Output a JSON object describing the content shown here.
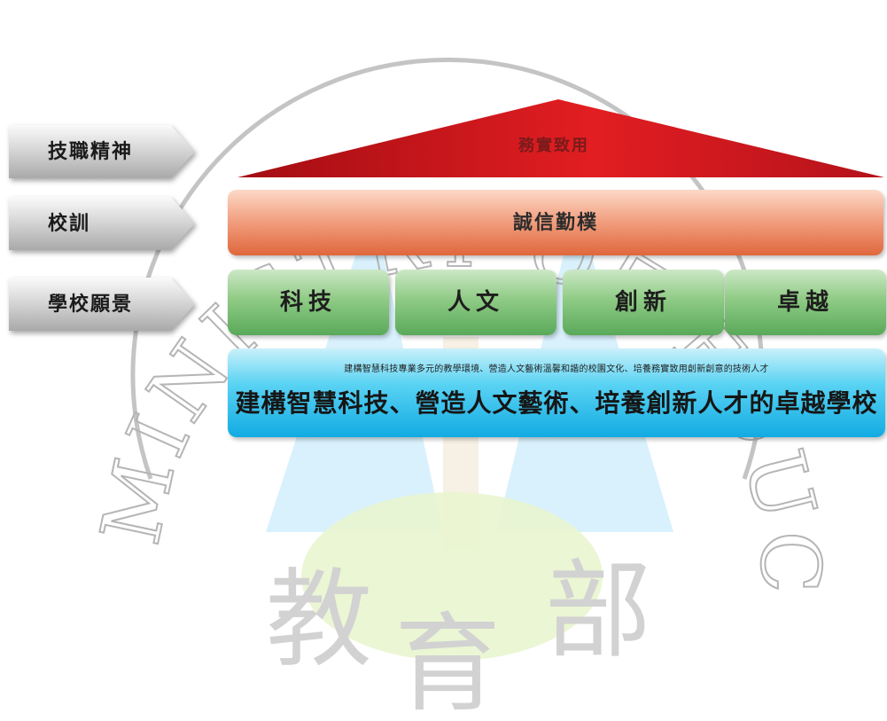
{
  "watermark": {
    "ring_text": "MINISTRY OF EDUCATION",
    "chars": [
      "教",
      "育",
      "部"
    ],
    "colors": {
      "ring": "#b8b8b8",
      "blue": "#cfeefb",
      "green": "#e9f5cf"
    }
  },
  "side_labels": [
    {
      "label": "技職精神"
    },
    {
      "label": "校訓"
    },
    {
      "label": "學校願景"
    }
  ],
  "roof": {
    "text": "務實致用",
    "color": "#d91a1c"
  },
  "motto": {
    "text": "誠信勤樸"
  },
  "vision": [
    {
      "label": "科技"
    },
    {
      "label": "人文"
    },
    {
      "label": "創新"
    },
    {
      "label": "卓越"
    }
  ],
  "goal": {
    "subtitle": "建構智慧科技專業多元的教學環境、營造人文藝術溫馨和諧的校園文化、培養務實致用創新創意的技術人才",
    "title": "建構智慧科技、營造人文藝術、培養創新人才的卓越學校"
  }
}
